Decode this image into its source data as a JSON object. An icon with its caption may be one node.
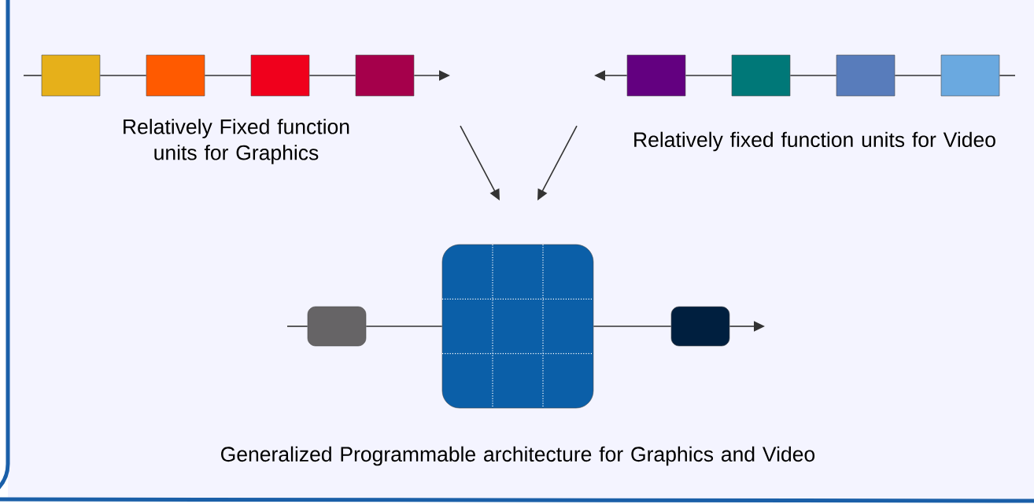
{
  "diagram": {
    "nodes": [
      {
        "text": [],
        "shape": "box"
      },
      {
        "text": [],
        "shape": "box"
      },
      {
        "text": [],
        "shape": "box"
      },
      {
        "text": [],
        "shape": "box"
      },
      {
        "text": [],
        "shape": "box"
      },
      {
        "text": [],
        "shape": "box"
      },
      {
        "text": [],
        "shape": "box"
      },
      {
        "text": [],
        "shape": "box"
      },
      {
        "text": [],
        "shape": "box"
      },
      {
        "text": [],
        "shape": "box"
      },
      {
        "text": [],
        "shape": "box"
      }
    ],
    "edges": [
      {
        "from": null,
        "to": 0,
        "arrow": "none"
      },
      {
        "from": 0,
        "to": 1,
        "arrow": "none"
      },
      {
        "from": 1,
        "to": 2,
        "arrow": "none"
      },
      {
        "from": 2,
        "to": 3,
        "arrow": "none"
      },
      {
        "from": 3,
        "to": null,
        "arrow": "to"
      },
      {
        "from": null,
        "to": 7,
        "arrow": "none"
      },
      {
        "from": 7,
        "to": 6,
        "arrow": "none"
      },
      {
        "from": 6,
        "to": 5,
        "arrow": "none"
      },
      {
        "from": 5,
        "to": 4,
        "arrow": "none"
      },
      {
        "from": 4,
        "to": null,
        "arrow": "to"
      },
      {
        "from": null,
        "to": 8,
        "arrow": "none"
      },
      {
        "from": 8,
        "to": 9,
        "arrow": "none"
      },
      {
        "from": 9,
        "to": 10,
        "arrow": "none"
      },
      {
        "from": 10,
        "to": null,
        "arrow": "to"
      }
    ],
    "labels": [
      "Relatively Fixed function units for Graphics",
      "Relatively fixed function units for Video",
      "Generalized Programmable architecture for Graphics and Video"
    ]
  }
}
